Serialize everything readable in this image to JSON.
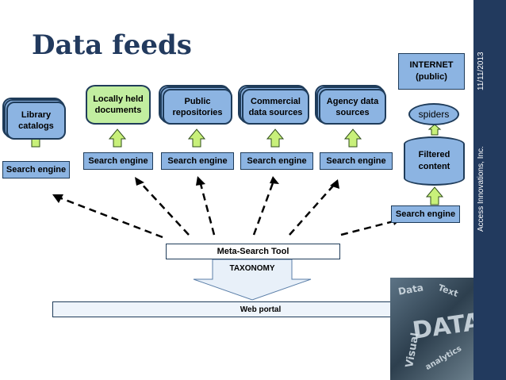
{
  "slide": {
    "title": "Data feeds",
    "sidebar_date": "11/11/2013",
    "sidebar_company": "Access Innovations, Inc.",
    "thumbnail_words": [
      "DATA",
      "Visual",
      "analytics",
      "Text",
      "Data"
    ]
  },
  "sources": [
    {
      "label": "Library catalogs"
    },
    {
      "label": "Locally held documents"
    },
    {
      "label": "Public repositories"
    },
    {
      "label": "Commercial data sources"
    },
    {
      "label": "Agency data sources"
    }
  ],
  "search_engine_label": "Search engine",
  "internet": {
    "line1": "INTERNET",
    "line2": "(public)"
  },
  "spiders_label": "spiders",
  "filtered": {
    "line1": "Filtered",
    "line2": "content"
  },
  "meta_search_label": "Meta-Search Tool",
  "taxonomy_label": "TAXONOMY",
  "web_portal_label": "Web portal",
  "colors": {
    "box_fill": "#8cb4e2",
    "box_border": "#1f3c5a",
    "green_fill": "#c2eea0",
    "arrow_green": "#c8f07a",
    "title": "#223a5e",
    "sidebar": "#223a5e"
  }
}
